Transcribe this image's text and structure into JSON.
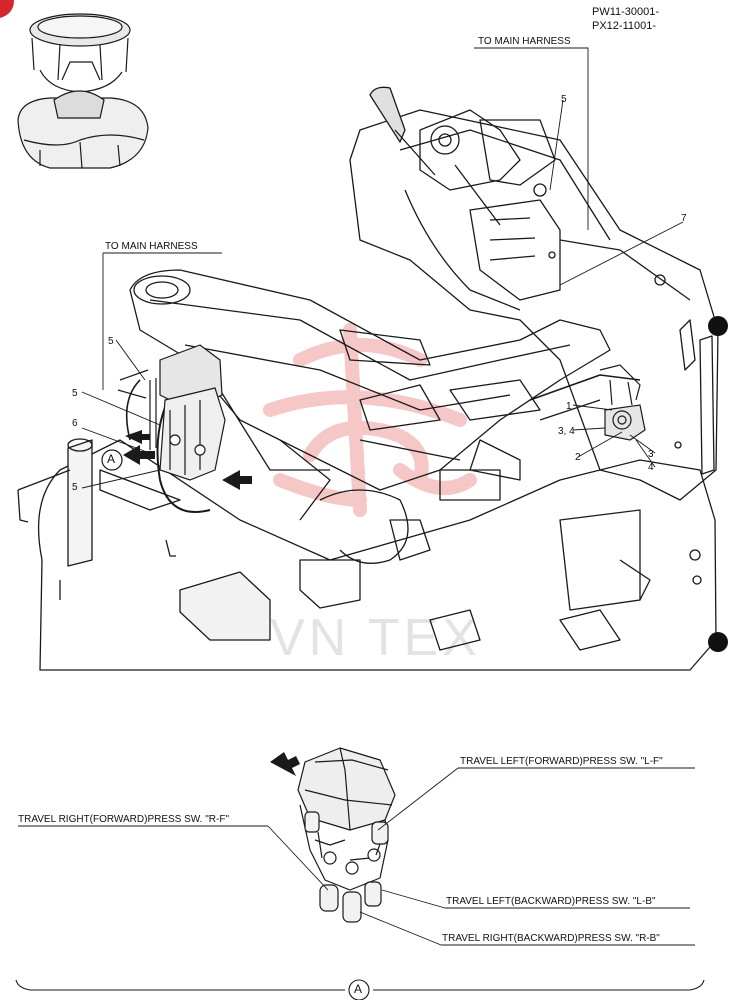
{
  "header": {
    "serial_1": "PW11-30001-",
    "serial_2": "PX12-11001-"
  },
  "labels": {
    "to_main_harness_top": "TO MAIN HARNESS",
    "to_main_harness_left": "TO MAIN HARNESS",
    "view_marker": "A",
    "view_marker_bottom": "A",
    "watermark": "VN TEX"
  },
  "callouts": {
    "c5_top": "5",
    "c7": "7",
    "c5_left_a": "5",
    "c5_left_b": "5",
    "c6": "6",
    "c5_left_c": "5",
    "c1": "1",
    "c34": "3, 4",
    "c2": "2",
    "c3": "3",
    "c4": "4"
  },
  "switch_labels": {
    "left_forward": "TRAVEL LEFT(FORWARD)PRESS SW. \"L-F\"",
    "right_forward": "TRAVEL RIGHT(FORWARD)PRESS SW. \"R-F\"",
    "left_backward": "TRAVEL LEFT(BACKWARD)PRESS SW. \"L-B\"",
    "right_backward": "TRAVEL RIGHT(BACKWARD)PRESS SW. \"R-B\""
  },
  "colors": {
    "line": "#1a1a1a",
    "watermark_red": "#e23b3b",
    "watermark_gray": "#c8c8c8"
  }
}
